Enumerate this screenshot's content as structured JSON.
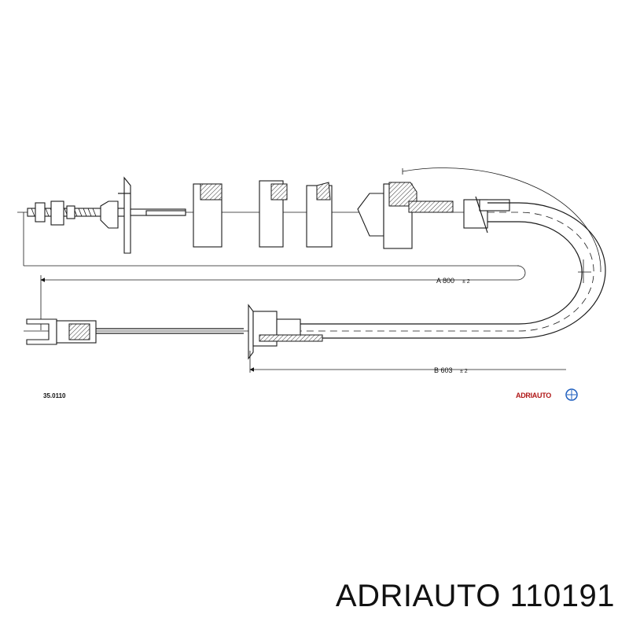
{
  "drawing": {
    "reference_code": "35.0110",
    "dimensions": [
      {
        "label": "A 800",
        "tolerance": "± 2"
      },
      {
        "label": "B 603",
        "tolerance": "± 2"
      }
    ],
    "logo_text": "ADRIAUTO"
  },
  "caption": {
    "brand": "ADRIAUTO",
    "part_number": "110191"
  }
}
